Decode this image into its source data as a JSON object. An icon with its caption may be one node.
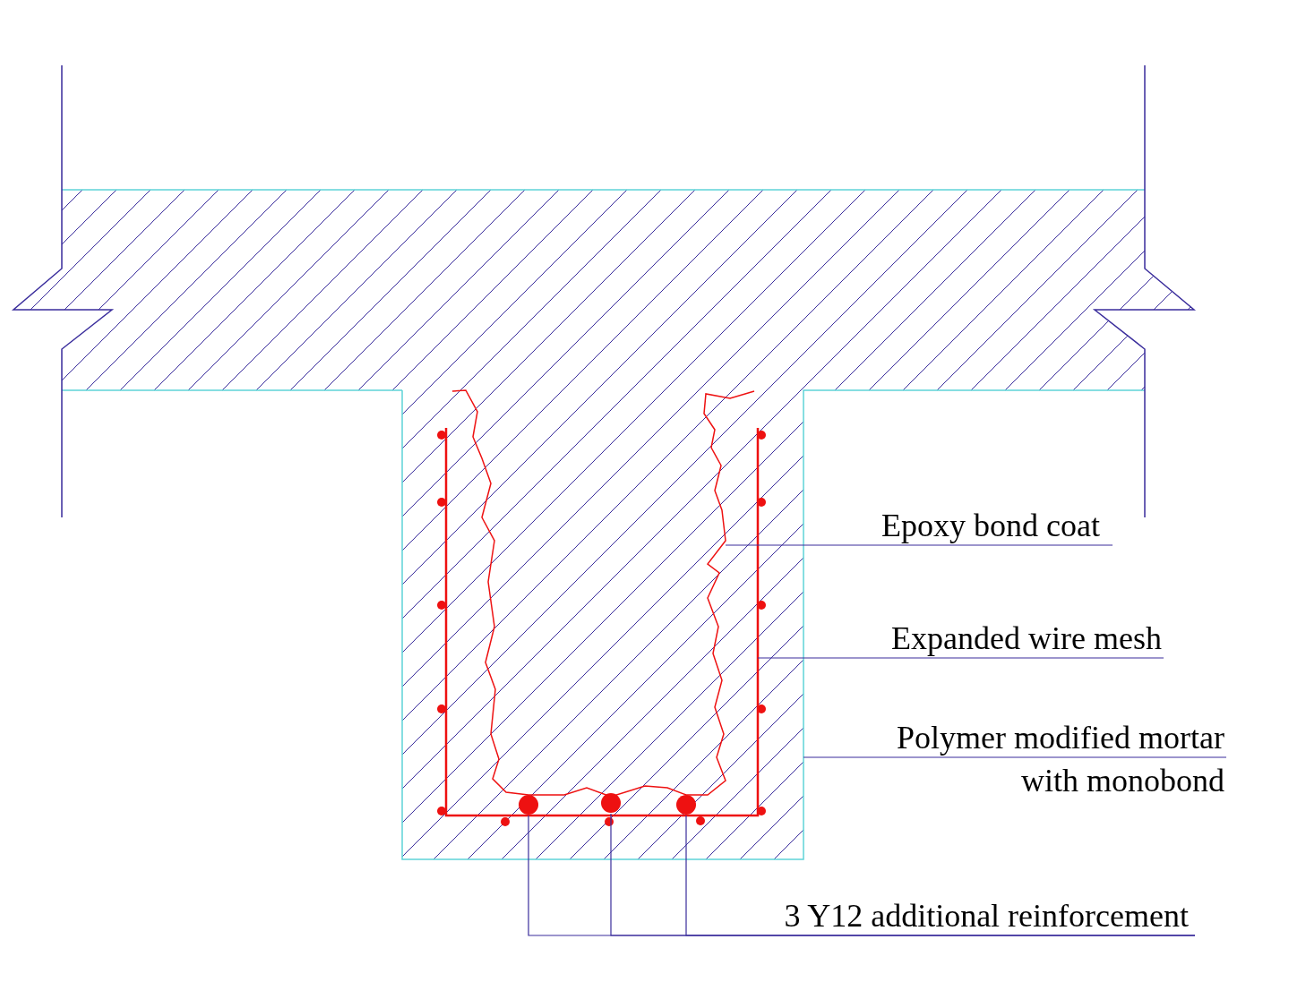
{
  "diagram": {
    "nodes": [
      {
        "text": [
          "Epoxy bond coat"
        ]
      },
      {
        "text": [
          "Expanded wire mesh"
        ]
      },
      {
        "text": [
          "Polymer modified mortar with monobond"
        ]
      },
      {
        "text": [
          "3 Y12 additional reinforcement"
        ]
      }
    ],
    "edges": [
      {
        "from": 0,
        "to": null,
        "arrow": "none"
      },
      {
        "from": 1,
        "to": null,
        "arrow": "none"
      },
      {
        "from": 2,
        "to": null,
        "arrow": "none"
      },
      {
        "from": 3,
        "to": null,
        "arrow": "none"
      },
      {
        "from": 3,
        "to": null,
        "arrow": "none"
      },
      {
        "from": 3,
        "to": null,
        "arrow": "none"
      }
    ]
  }
}
